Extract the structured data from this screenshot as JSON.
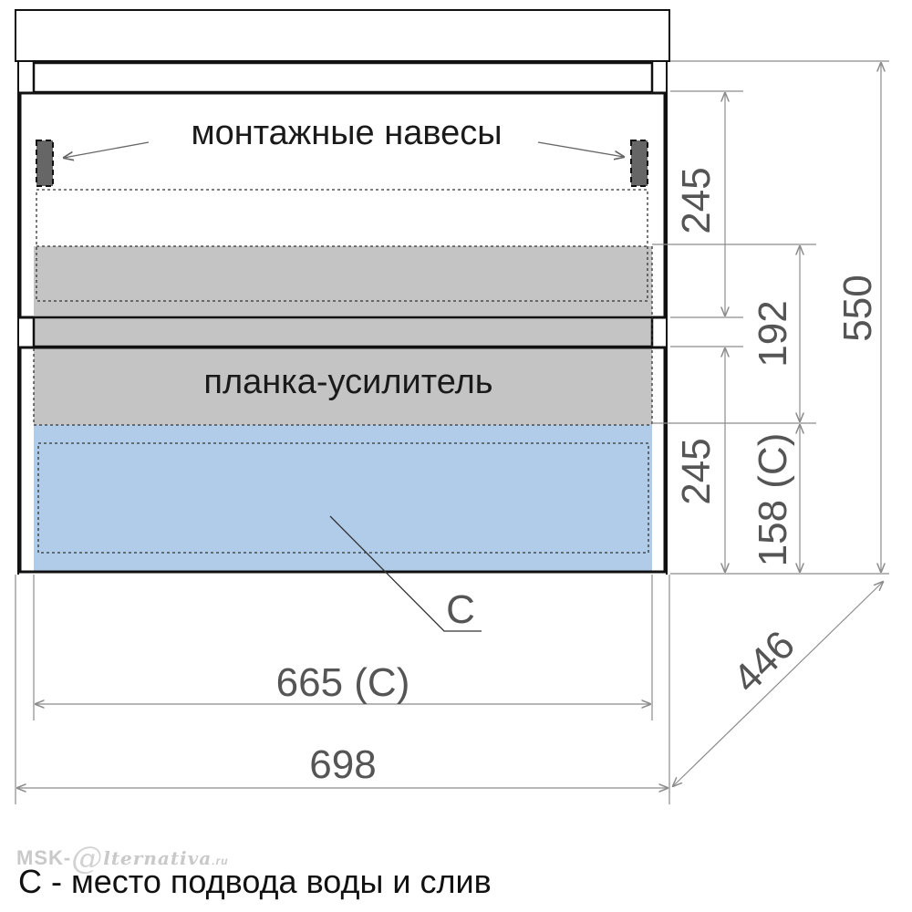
{
  "labels": {
    "mounting": "монтажные навесы",
    "bar": "планка-усилитель",
    "c_marker": "С"
  },
  "dimensions": {
    "total_height": "550",
    "upper_drawer": "245",
    "middle": "192",
    "lower_drawer": "245",
    "c_height": "158 (С)",
    "c_width": "665 (С)",
    "total_width": "698",
    "depth": "446"
  },
  "watermark": {
    "prefix": "MSK-",
    "at": "@",
    "rest": "lternativa",
    "tld": ".ru"
  },
  "footnote": "С - место подвода воды и слив",
  "colors": {
    "outline": "#111111",
    "dim_line": "#8c8c8c",
    "gray_zone": "#c4c4c4",
    "blue_zone": "#b0cce8",
    "hinge": "#666666"
  }
}
